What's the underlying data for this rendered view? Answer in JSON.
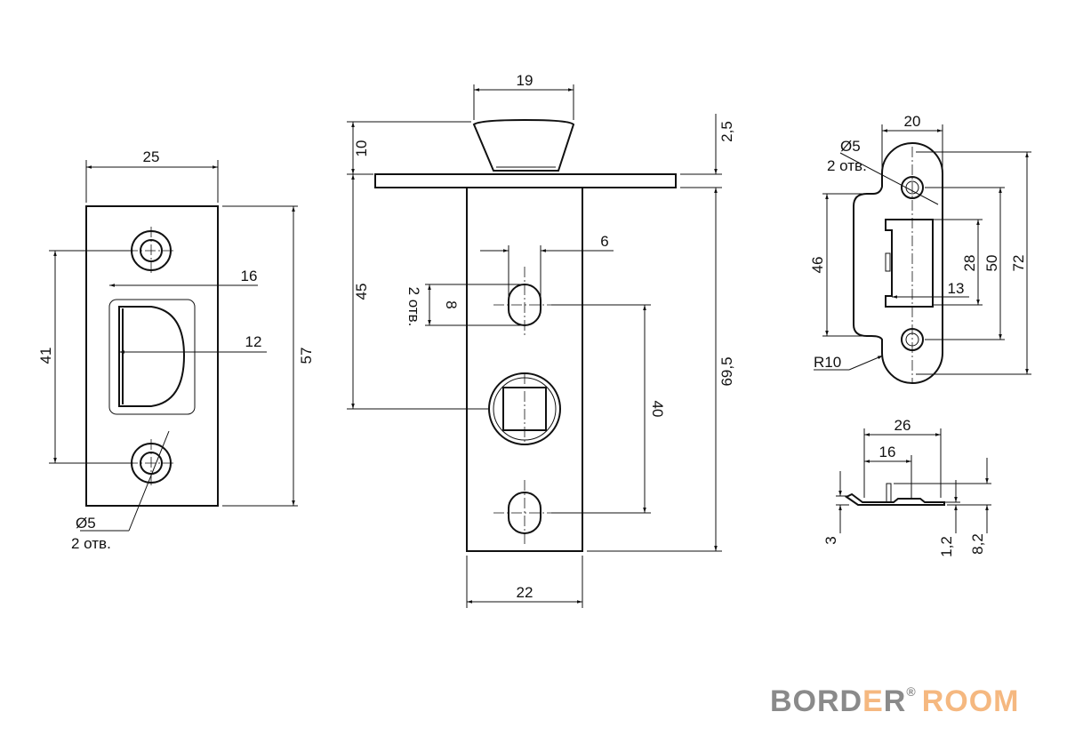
{
  "strike_plate": {
    "width": "25",
    "recess_width": "16",
    "latch_width": "12",
    "hole_spacing": "41",
    "height": "57",
    "hole_diameter": "Ø5",
    "hole_count": "2 отв."
  },
  "latch": {
    "bolt_width": "19",
    "bolt_height": "10",
    "faceplate_thickness": "2,5",
    "axis_offset": "45",
    "total_length": "69,5",
    "slot_width": "6",
    "slot_length": "8",
    "slot_count": "2 отв.",
    "slot_spacing": "40",
    "body_width": "22"
  },
  "round_strike": {
    "width": "20",
    "hole_diameter": "Ø5",
    "hole_count": "2 отв.",
    "recess_height": "46",
    "window_height": "28",
    "hole_spacing": "50",
    "height": "72",
    "window_width": "13",
    "radius": "R10"
  },
  "side_view": {
    "length": "26",
    "tab_length": "16",
    "offset": "3",
    "thickness": "1,2",
    "height": "8,2"
  },
  "logo": {
    "part1": "BORD",
    "part2": "E",
    "part3": "R",
    "mark": "®",
    "part4": "ROOM",
    "colors": {
      "gray": "#8a8a8a",
      "peach": "#f5b880"
    }
  }
}
